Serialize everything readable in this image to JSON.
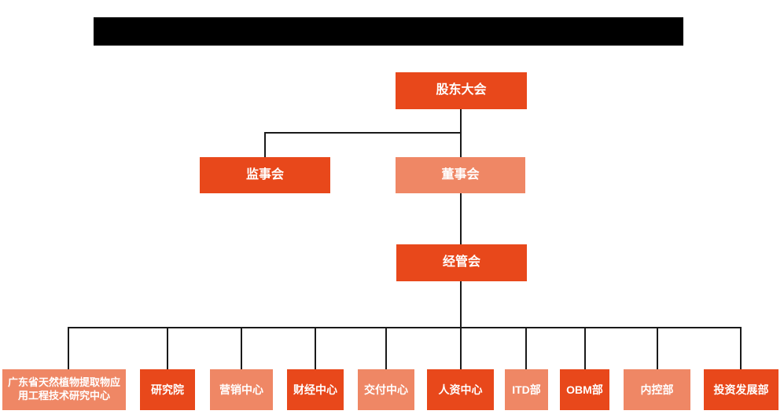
{
  "title_bar": {
    "redacted": true,
    "text": ""
  },
  "colors": {
    "primary_box": "#e8481b",
    "secondary_box": "#ef8765",
    "connector_line": "#1a1a1a",
    "label_text": "#ffffff",
    "redacted_bar": "#000000",
    "background": "#ffffff"
  },
  "chart_data": {
    "type": "org-chart",
    "nodes": [
      {
        "id": "shareholders-meeting",
        "label": "股东大会",
        "variant": "primary",
        "level": 1,
        "parent": null
      },
      {
        "id": "supervisory-board",
        "label": "监事会",
        "variant": "primary",
        "level": 2,
        "parent": "shareholders-meeting"
      },
      {
        "id": "board-of-directors",
        "label": "董事会",
        "variant": "secondary",
        "level": 2,
        "parent": "shareholders-meeting"
      },
      {
        "id": "management-committee",
        "label": "经管会",
        "variant": "primary",
        "level": 3,
        "parent": "board-of-directors"
      },
      {
        "id": "guangdong-plant-extract-research-center",
        "label": "广东省天然植物提取物应用工程技术研究中心",
        "variant": "secondary",
        "level": 4,
        "parent": "management-committee"
      },
      {
        "id": "research-institute",
        "label": "研究院",
        "variant": "primary",
        "level": 4,
        "parent": "management-committee"
      },
      {
        "id": "marketing-center",
        "label": "营销中心",
        "variant": "secondary",
        "level": 4,
        "parent": "management-committee"
      },
      {
        "id": "finance-center",
        "label": "财经中心",
        "variant": "primary",
        "level": 4,
        "parent": "management-committee"
      },
      {
        "id": "delivery-center",
        "label": "交付中心",
        "variant": "secondary",
        "level": 4,
        "parent": "management-committee"
      },
      {
        "id": "hr-center",
        "label": "人资中心",
        "variant": "primary",
        "level": 4,
        "parent": "management-committee"
      },
      {
        "id": "itd-department",
        "label": "ITD部",
        "variant": "secondary",
        "level": 4,
        "parent": "management-committee"
      },
      {
        "id": "obm-department",
        "label": "OBM部",
        "variant": "primary",
        "level": 4,
        "parent": "management-committee"
      },
      {
        "id": "internal-control-department",
        "label": "内控部",
        "variant": "secondary",
        "level": 4,
        "parent": "management-committee"
      },
      {
        "id": "investment-development-department",
        "label": "投资发展部",
        "variant": "primary",
        "level": 4,
        "parent": "management-committee"
      }
    ],
    "legend": "dark orange = primary emphasis box, light salmon = secondary box; black right-angle lines show reporting hierarchy"
  }
}
